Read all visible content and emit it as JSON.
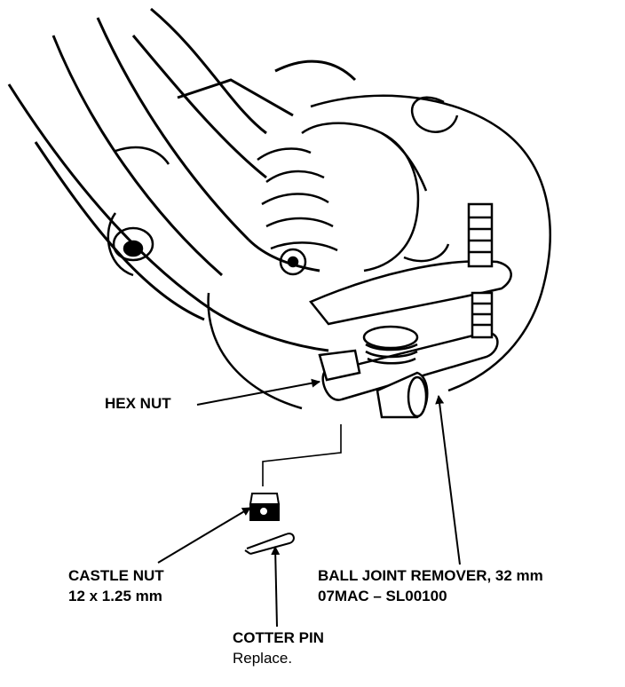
{
  "labels": {
    "hex_nut": "HEX NUT",
    "castle_nut": {
      "title": "CASTLE NUT",
      "spec": "12 x 1.25 mm"
    },
    "ball_joint_remover": {
      "title": "BALL JOINT REMOVER, 32 mm",
      "part_no": "07MAC – SL00100"
    },
    "cotter_pin": {
      "title": "COTTER PIN",
      "note": "Replace."
    }
  }
}
